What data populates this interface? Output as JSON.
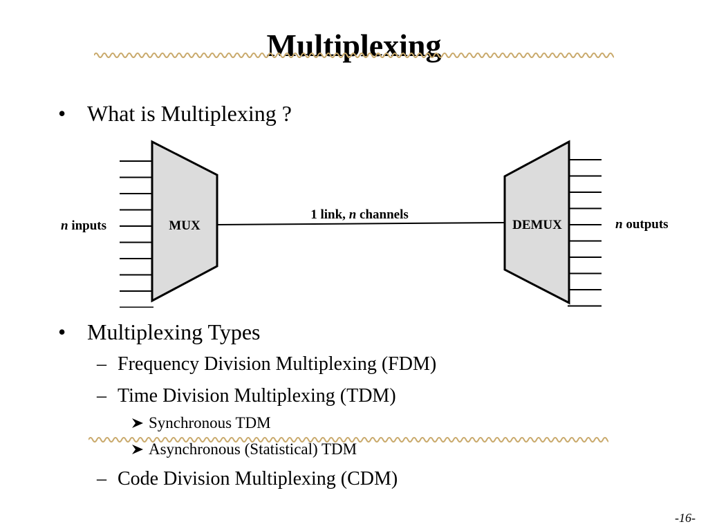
{
  "slide": {
    "title": "Multiplexing",
    "page_number": "-16-"
  },
  "bullets": [
    {
      "text": "What is Multiplexing ?"
    },
    {
      "text": "Multiplexing Types"
    }
  ],
  "sub_items": [
    {
      "text": "Frequency Division Multiplexing (FDM)"
    },
    {
      "text": "Time Division Multiplexing (TDM)"
    },
    {
      "text": "Code Division Multiplexing (CDM)"
    }
  ],
  "sub_sub_items": [
    {
      "text": "Synchronous TDM"
    },
    {
      "text": "Asynchronous (Statistical) TDM"
    }
  ],
  "diagram": {
    "mux_label": "MUX",
    "demux_label": "DEMUX",
    "link_prefix": "1 link, ",
    "link_n": "n",
    "link_suffix": " channels",
    "inputs_n": "n",
    "inputs_word": " inputs",
    "outputs_n": "n",
    "outputs_word": " outputs",
    "box_fill": "#dcdcdc",
    "line_count": 10
  },
  "symbols": {
    "bullet": "•",
    "dash": "–",
    "arrow": "➢"
  },
  "colors": {
    "rope": "#c9a96b",
    "text": "#000000"
  }
}
